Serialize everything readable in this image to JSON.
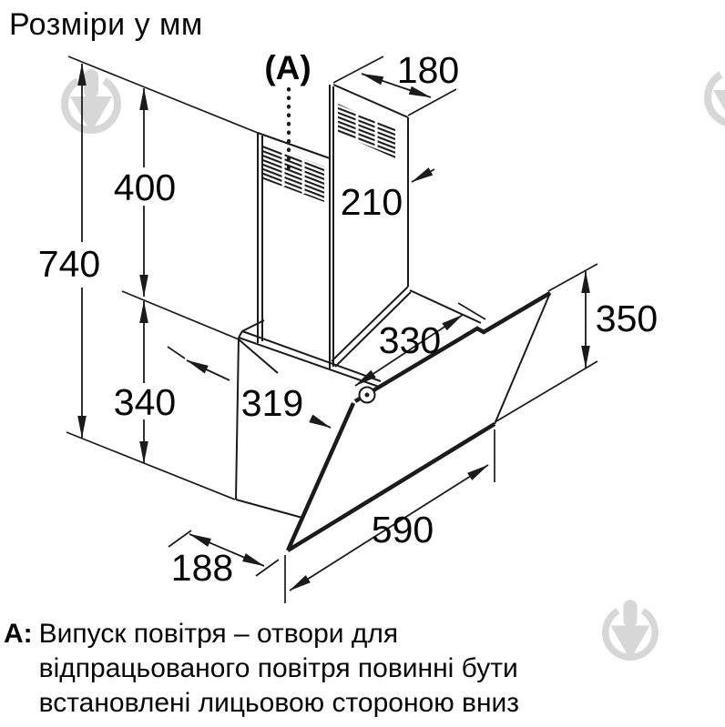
{
  "title": "Розміри у мм",
  "diagram": {
    "marker_label": "(A)",
    "dims": {
      "d180": "180",
      "d210": "210",
      "d400": "400",
      "d740": "740",
      "d350": "350",
      "d330": "330",
      "d340": "340",
      "d319": "319",
      "d590": "590",
      "d188": "188"
    }
  },
  "note": {
    "prefix": "A:",
    "lines": [
      "Випуск повітря – отвори для",
      "відпрацьованого повітря повинні бути",
      "встановлені лицьовою стороною вниз"
    ]
  },
  "colors": {
    "line": "#1b1b1b",
    "text": "#050505",
    "watermark": "#d7d7d7",
    "background": "#ffffff"
  }
}
